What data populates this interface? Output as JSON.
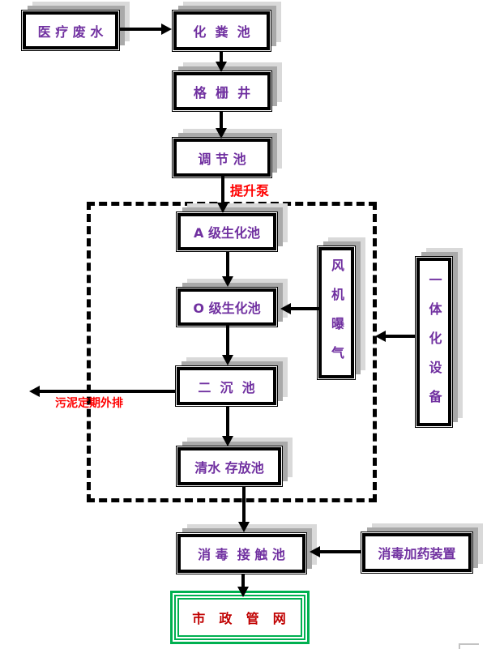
{
  "diagram": {
    "title_hint": "hospital wastewater treatment process flowchart",
    "nodes": {
      "medical_wastewater": {
        "label": "医 疗 废 水"
      },
      "septic_tank": {
        "label": "化  粪  池"
      },
      "grid_well": {
        "label": "格  栅  井"
      },
      "regulating_tank": {
        "label": "调 节 池"
      },
      "a_bio_tank": {
        "label": "A 级生化池"
      },
      "o_bio_tank": {
        "label": "O 级生化池"
      },
      "secondary_sedimentation_tank": {
        "label": "二  沉  池"
      },
      "clean_water_tank": {
        "label": "清水 存放池"
      },
      "disinfection_contact_tank": {
        "label": "消 毒  接 触 池"
      },
      "municipal_network": {
        "label": "市  政  管  网"
      },
      "fan_aeration": {
        "label": "风机曝气"
      },
      "integrated_equipment": {
        "label": "一体化设备"
      },
      "dosing_device": {
        "label": "消毒加药装置"
      }
    },
    "labels": {
      "lift_pump": "提升泵",
      "sludge_discharge": "污泥定期外排"
    },
    "colors": {
      "node_text": "#7030A0",
      "node_border": "#000000",
      "annotation_red": "#FF0000",
      "outlet_text": "#C00000",
      "outlet_border": "#00B050",
      "shadow_gray": "#A9A9A9"
    }
  }
}
